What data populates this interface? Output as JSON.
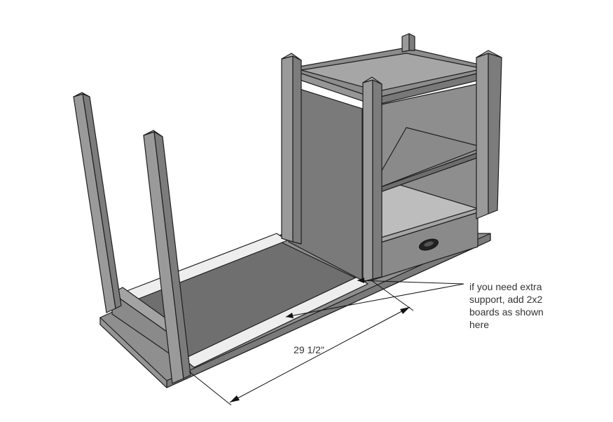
{
  "dimension": {
    "length_label": "29 1/2\""
  },
  "callout": {
    "lines": [
      "if you need extra",
      "support, add 2x2",
      "boards as shown",
      "here"
    ]
  },
  "colors": {
    "wood_face": "#8c8c8c",
    "wood_light": "#a9a9a9",
    "wood_dark": "#6e6e6e",
    "panel_dark": "#777777",
    "inner_light": "#b8b8b8",
    "support_board": "#eeeeee",
    "outline": "#1e1e1e"
  }
}
